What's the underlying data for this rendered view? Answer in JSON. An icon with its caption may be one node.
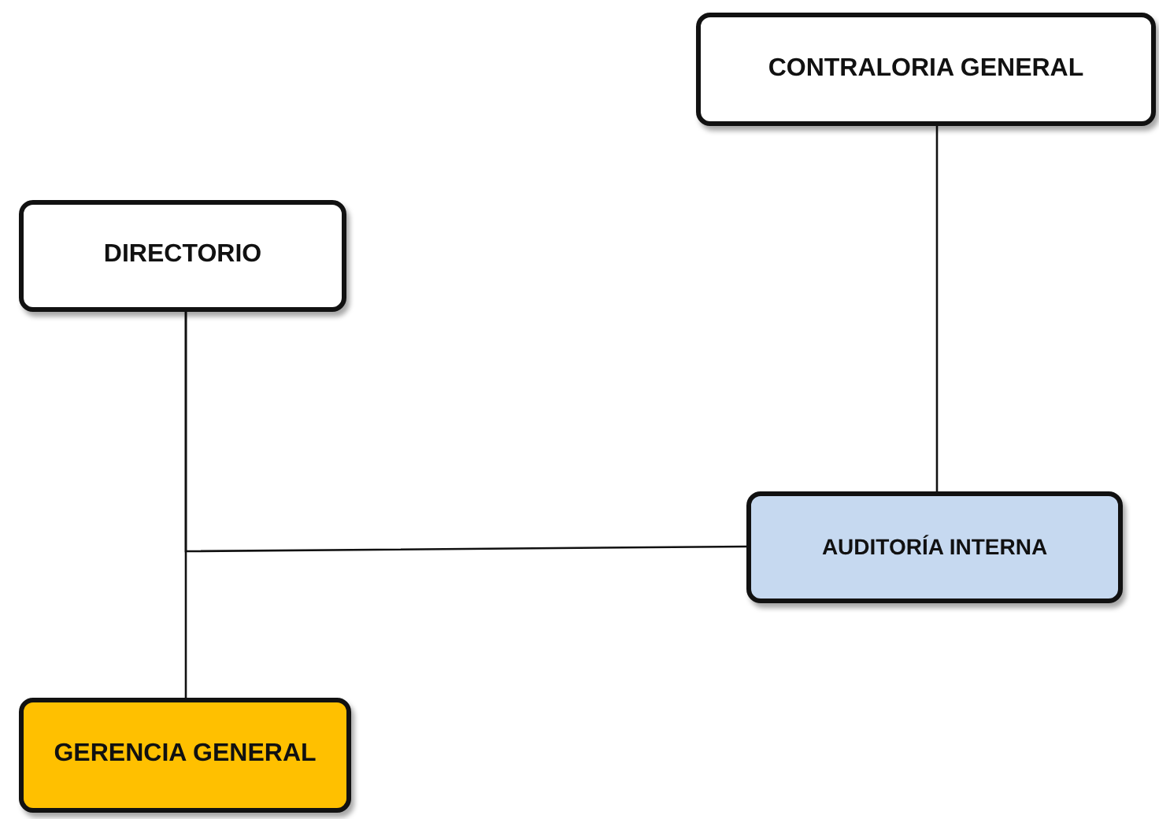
{
  "diagram": {
    "nodes": [
      {
        "text": [
          "CONTRALORIA GENERAL"
        ]
      },
      {
        "text": [
          "DIRECTORIO"
        ]
      },
      {
        "text": [
          "AUDITORÍA INTERNA"
        ]
      },
      {
        "text": [
          "GERENCIA GENERAL"
        ]
      }
    ],
    "edges": [
      {
        "from": 0,
        "to": 2,
        "arrow": "none"
      },
      {
        "from": 1,
        "to": 3,
        "arrow": "none"
      },
      {
        "from": 1,
        "to": 2,
        "arrow": "none"
      }
    ]
  }
}
